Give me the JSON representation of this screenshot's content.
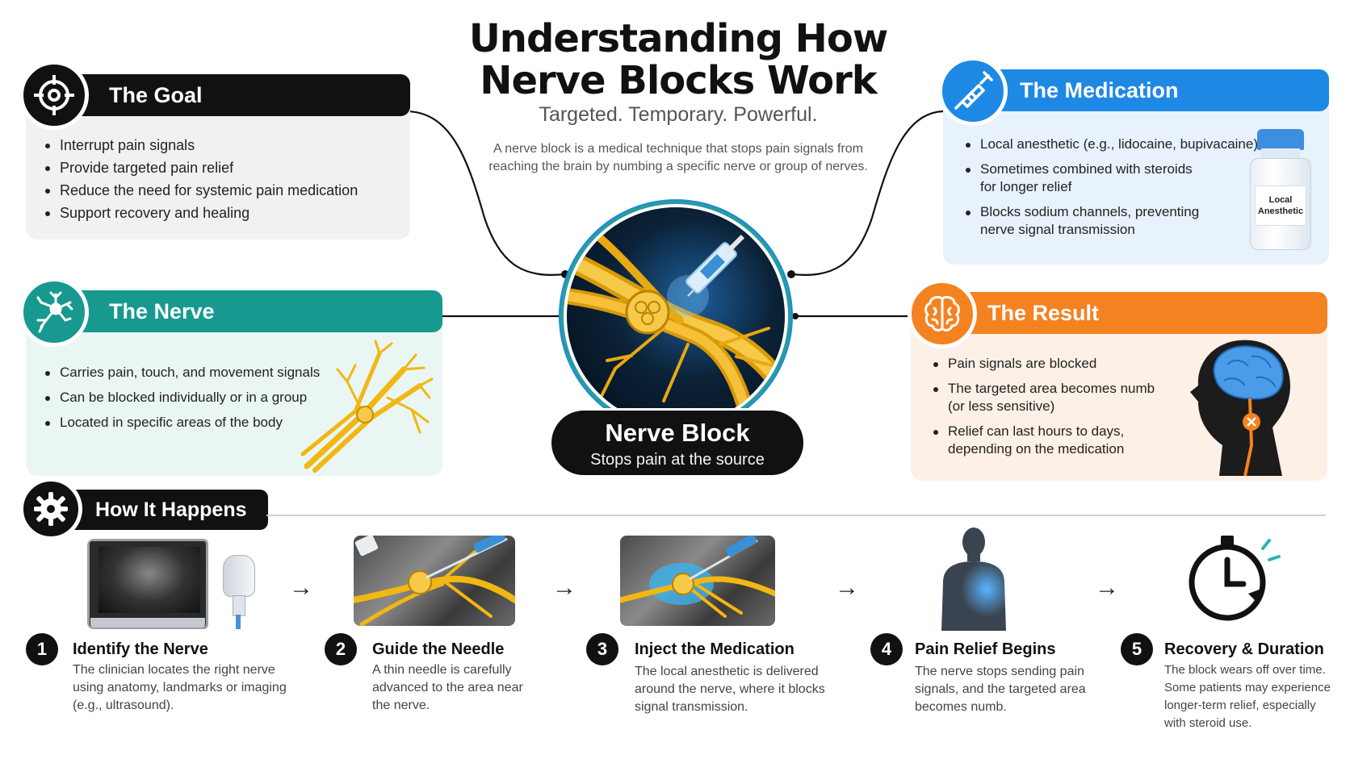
{
  "header": {
    "title_line1": "Understanding How",
    "title_line2": "Nerve Blocks Work",
    "tagline": "Targeted. Temporary. Powerful.",
    "description": "A nerve block is a medical technique that stops pain signals from reaching the brain by numbing a specific nerve or group of nerves."
  },
  "colors": {
    "goal": "#111111",
    "nerve": "#17998f",
    "medication": "#1e88e5",
    "result": "#f58220"
  },
  "goal": {
    "title": "The Goal",
    "icon": "crosshair-icon",
    "items": [
      "Interrupt pain signals",
      "Provide targeted pain relief",
      "Reduce the need for systemic pain medication",
      "Support recovery and healing"
    ]
  },
  "nerve": {
    "title": "The Nerve",
    "icon": "neuron-icon",
    "items": [
      "Carries pain, touch, and movement signals",
      "Can be blocked individually or in a group",
      "Located in specific areas of the body"
    ]
  },
  "medication": {
    "title": "The Medication",
    "icon": "syringe-icon",
    "items": [
      "Local anesthetic (e.g., lidocaine, bupivacaine)",
      "Sometimes combined with steroids for longer relief",
      "Blocks sodium channels, preventing nerve signal transmission"
    ],
    "vial_label": "Local Anesthetic"
  },
  "result": {
    "title": "The Result",
    "icon": "brain-icon",
    "items": [
      "Pain signals are blocked",
      "The targeted area becomes numb (or less sensitive)",
      "Relief can last hours to days, depending on the medication"
    ]
  },
  "center": {
    "title": "Nerve Block",
    "subtitle": "Stops pain at the source"
  },
  "how": {
    "title": "How It Happens",
    "icon": "gear-icon",
    "arrow": "→",
    "steps": [
      {
        "num": "1",
        "title": "Identify the Nerve",
        "desc": "The clinician locates the right nerve using anatomy, landmarks or imaging (e.g., ultrasound)."
      },
      {
        "num": "2",
        "title": "Guide the Needle",
        "desc": "A thin needle is carefully advanced to the area near the nerve."
      },
      {
        "num": "3",
        "title": "Inject the Medication",
        "desc": "The local anesthetic is delivered around the nerve, where it blocks signal transmission."
      },
      {
        "num": "4",
        "title": "Pain Relief Begins",
        "desc": "The nerve stops sending pain signals, and the targeted area becomes numb."
      },
      {
        "num": "5",
        "title": "Recovery & Duration",
        "desc": "The block wears off over time. Some patients may experience longer-term relief, especially with steroid use."
      }
    ]
  }
}
